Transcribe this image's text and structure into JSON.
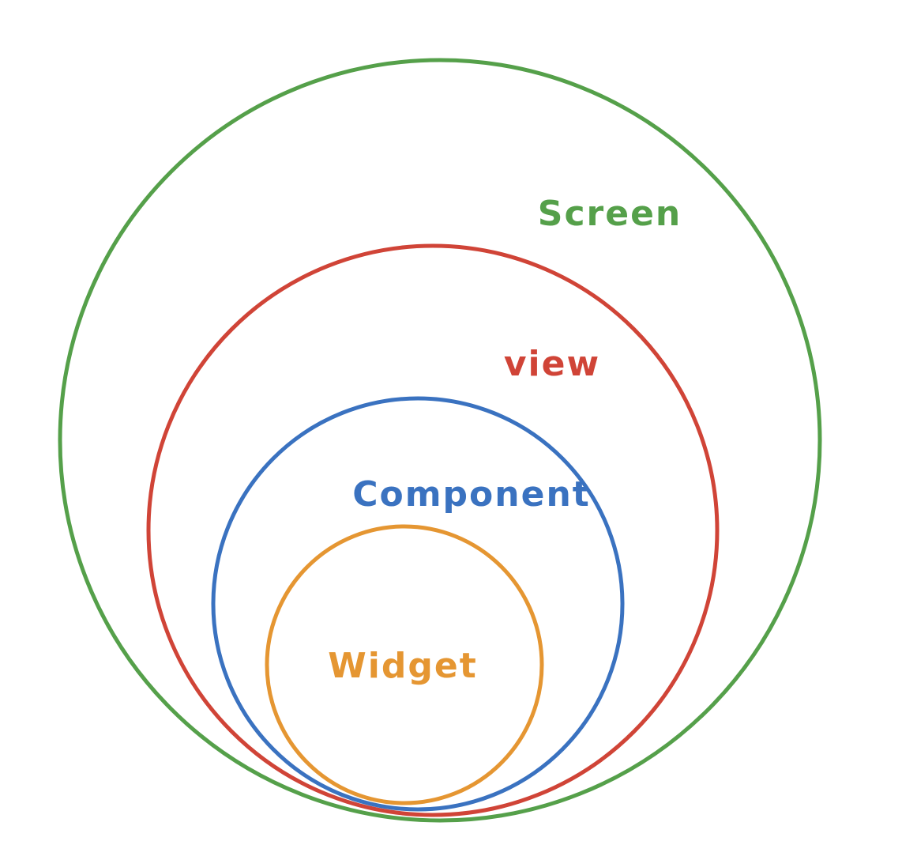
{
  "diagram": {
    "layers": [
      {
        "id": "screen",
        "label": "Screen",
        "color": "#55a04a"
      },
      {
        "id": "view",
        "label": "view",
        "color": "#d04437"
      },
      {
        "id": "component",
        "label": "Component",
        "color": "#3a72c0"
      },
      {
        "id": "widget",
        "label": "Widget",
        "color": "#e59632"
      }
    ]
  }
}
